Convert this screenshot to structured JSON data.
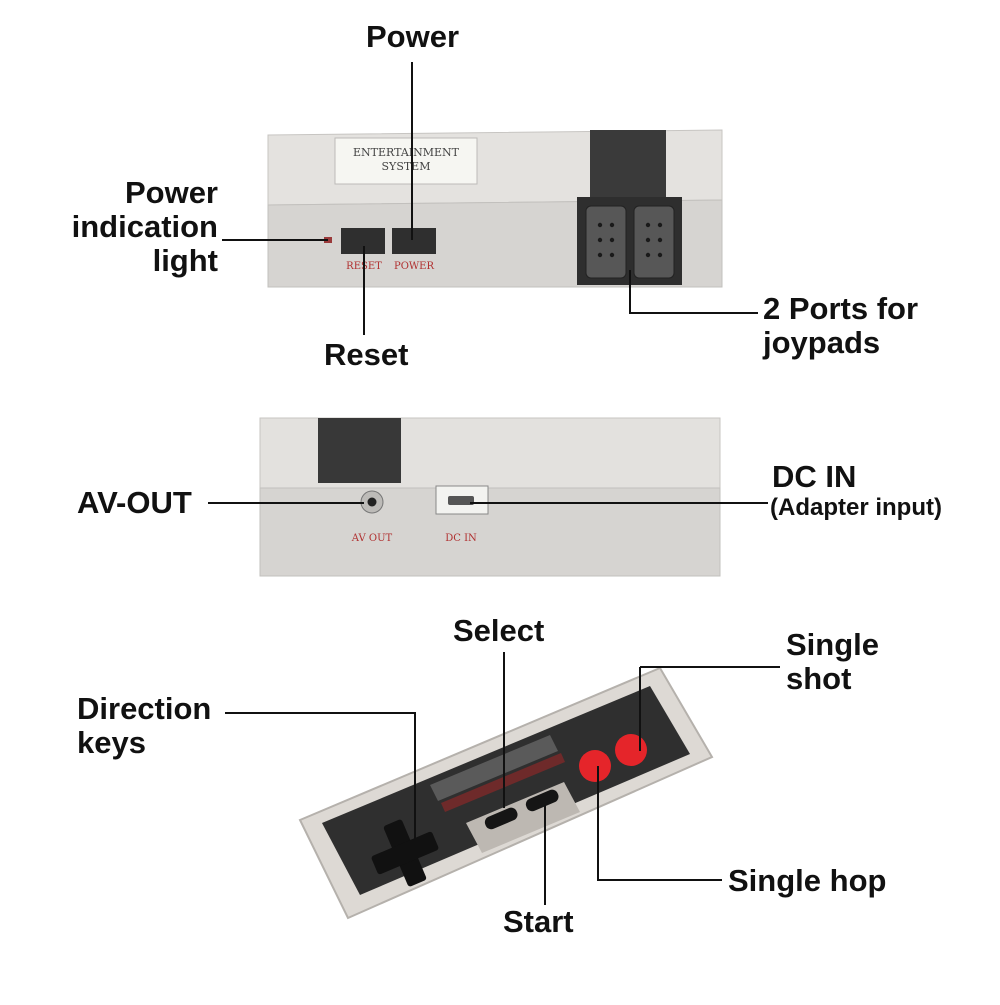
{
  "colors": {
    "console_gray": "#d7d5d3",
    "console_top": "#e2e0dd",
    "dark_plastic": "#3c3c3c",
    "accent_red": "#e5252a",
    "label_red": "#b03030",
    "leader_line": "#111111"
  },
  "console_front": {
    "badge_line1": "ENTERTAINMENT",
    "badge_line2": "SYSTEM",
    "reset_label": "RESET",
    "power_label": "POWER"
  },
  "console_back": {
    "av_label": "AV OUT",
    "dc_label": "DC IN"
  },
  "callouts": {
    "power": "Power",
    "power_light_line1": "Power",
    "power_light_line2": "indication",
    "power_light_line3": "light",
    "reset": "Reset",
    "ports_line1": "2 Ports for",
    "ports_line2": "joypads",
    "av_out": "AV-OUT",
    "dc_in": "DC IN",
    "dc_in_sub": "(Adapter input)",
    "select": "Select",
    "single_shot_line1": "Single",
    "single_shot_line2": "shot",
    "direction_line1": "Direction",
    "direction_line2": "keys",
    "single_hop": "Single hop",
    "start": "Start"
  }
}
